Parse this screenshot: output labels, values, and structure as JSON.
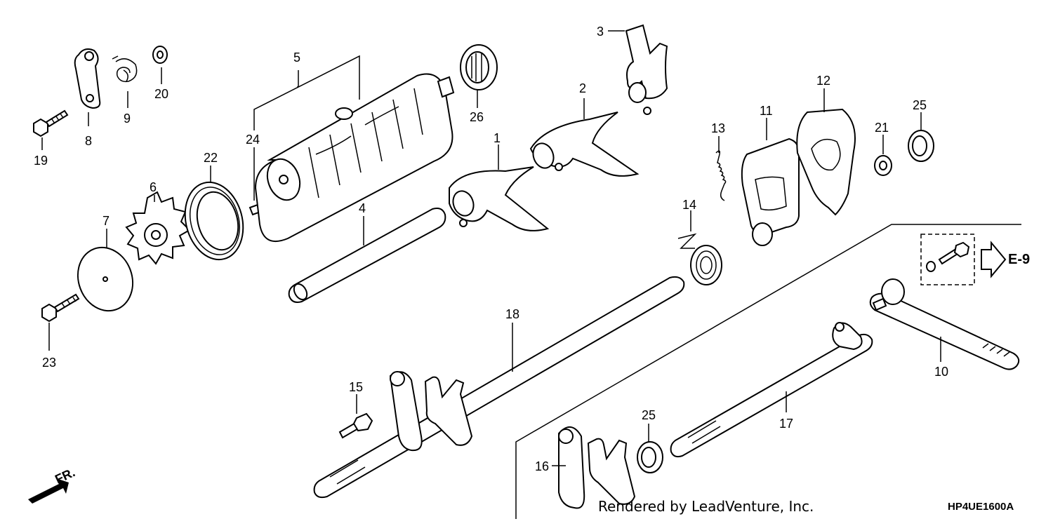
{
  "diagram": {
    "callouts": [
      "1",
      "2",
      "3",
      "4",
      "5",
      "6",
      "7",
      "8",
      "9",
      "10",
      "11",
      "12",
      "13",
      "14",
      "15",
      "16",
      "17",
      "18",
      "19",
      "20",
      "21",
      "22",
      "23",
      "24",
      "25",
      "25",
      "26"
    ],
    "cross_reference": "E-9",
    "front_indicator": "FR.",
    "diagram_code": "HP4UE1600A",
    "credit": "Rendered by LeadVenture, Inc."
  }
}
